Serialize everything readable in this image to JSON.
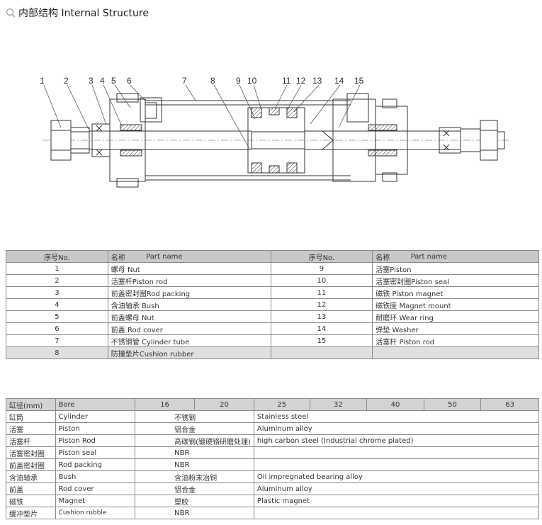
{
  "header": {
    "title": "内部结构 Internal Structure",
    "icon": "magnifier-icon"
  },
  "diagram": {
    "callouts": [
      "1",
      "2",
      "3",
      "4",
      "5",
      "6",
      "7",
      "8",
      "9",
      "10",
      "11",
      "12",
      "13",
      "14",
      "15"
    ]
  },
  "parts_table": {
    "headers": [
      "序号No.",
      "名称",
      "Part name",
      "序号No.",
      "名称",
      "Part name"
    ],
    "rows": [
      {
        "no_l": "1",
        "name_l": "螺母    Nut",
        "no_r": "9",
        "name_r": "活塞Piston"
      },
      {
        "no_l": "2",
        "name_l": "活塞杆Piston rod",
        "no_r": "10",
        "name_r": "活塞密封圈Piston seal"
      },
      {
        "no_l": "3",
        "name_l": "前盖密封圈Rod packing",
        "no_r": "11",
        "name_r": "磁铁     Piston magnet"
      },
      {
        "no_l": "4",
        "name_l": "含油轴承  Bush",
        "no_r": "12",
        "name_r": "磁铁座   Magnet mount"
      },
      {
        "no_l": "5",
        "name_l": "前盖螺母  Nut",
        "no_r": "13",
        "name_r": "耐磨环    Wear ring"
      },
      {
        "no_l": "6",
        "name_l": "前盖     Rod cover",
        "no_r": "14",
        "name_r": "弹垫                Washer"
      },
      {
        "no_l": "7",
        "name_l": "不锈钢管  Cylinder tube",
        "no_r": "15",
        "name_r": "活塞杆    Piston rod"
      },
      {
        "no_l": "8",
        "name_l": "防撞垫片Cushion rubber",
        "no_r": "",
        "name_r": ""
      }
    ]
  },
  "spec_table": {
    "bore_cn": "缸径(mm)",
    "bore_en": "Bore",
    "bores": [
      "16",
      "20",
      "25",
      "32",
      "40",
      "50",
      "63"
    ],
    "rows": [
      {
        "cn": "缸筒",
        "en": "Cylinder",
        "mat_cn": "不锈钢",
        "mat_en": "Stainless steel"
      },
      {
        "cn": "活塞",
        "en": "Piston",
        "mat_cn": "铝合金",
        "mat_en": "Aluminum alloy"
      },
      {
        "cn": "活塞杆",
        "en": "Piston Rod",
        "mat_cn": "高碳钢(镀硬铬研磨处理)",
        "mat_en": "high carbon steel (Industrial chrome plated)"
      },
      {
        "cn": "活塞密封圈",
        "en": "Piston seal",
        "mat_cn": "NBR",
        "mat_en": ""
      },
      {
        "cn": "前盖密封圈",
        "en": "Rod packing",
        "mat_cn": "NBR",
        "mat_en": ""
      },
      {
        "cn": "含油轴承",
        "en": "Bush",
        "mat_cn": "含油粉末冶铜",
        "mat_en": "Oil impregnated bearing alloy"
      },
      {
        "cn": "前盖",
        "en": "Rod cover",
        "mat_cn": "铝合金",
        "mat_en": "Aluminum alloy"
      },
      {
        "cn": "磁铁",
        "en": "Magnet",
        "mat_cn": "塑胶",
        "mat_en": "Plastic magnet"
      },
      {
        "cn": "缓冲垫片",
        "en": "Cushion rubble",
        "mat_cn": "NBR",
        "mat_en": ""
      }
    ]
  }
}
